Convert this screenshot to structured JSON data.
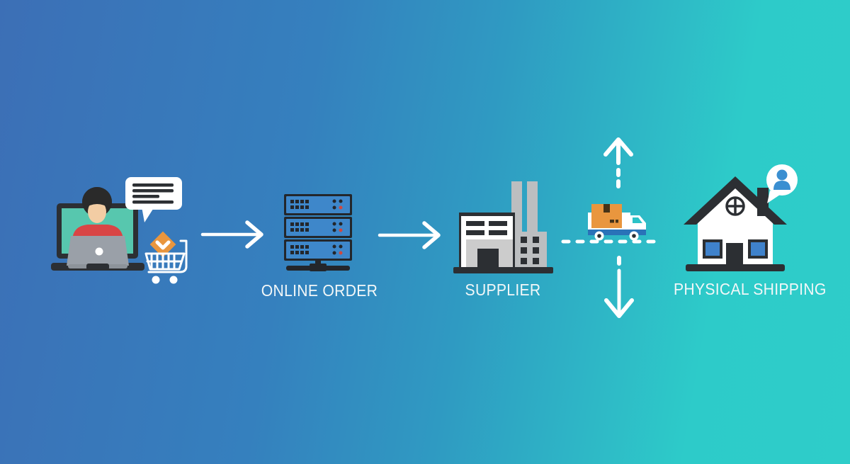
{
  "diagram_title": "dropshipping-flow",
  "labels": {
    "online_order": "ONLINE ORDER",
    "supplier": "SUPPLIER",
    "physical_shipping": "PHYSICAL SHIPPING"
  },
  "colors": {
    "bg_left": "#3c6fb6",
    "bg_mid": "#2f9ac2",
    "bg_right": "#2dcbc9",
    "white": "#ffffff",
    "dark": "#2c2f33",
    "label_text": "#f2f7f8",
    "screen_teal": "#57c7ae",
    "hair": "#2a2a2a",
    "skin": "#f3cda4",
    "shirt_red": "#d94545",
    "laptop_gray": "#9aa0a8",
    "laptop_gray_light": "#8d939a",
    "orange": "#e9963e",
    "tape_brown": "#463318",
    "server_blue": "#3e87ca",
    "server_shell": "#23262b",
    "led_red": "#cf4840",
    "factory_gray": "#bcbec0",
    "door_gray": "#cccccc",
    "window_blue": "#3f82cc",
    "truck_blue": "#2a72b8",
    "person_blue": "#3a8fd1",
    "cab_window": "#2bc2c7"
  },
  "icons": {
    "customer": "customer-at-laptop-icon",
    "speech_bubble": "speech-bubble-icon",
    "cart": "shopping-cart-icon",
    "package": "package-diamond-icon",
    "servers": "server-stack-icon",
    "factory": "factory-icon",
    "arrow_right": "flow-arrow-icon",
    "arrow_up": "dashed-arrow-up-icon",
    "arrow_down": "dashed-arrow-down-icon",
    "road": "dashed-road-line",
    "truck": "delivery-truck-icon",
    "house": "house-icon",
    "notification": "customer-notification-icon"
  }
}
